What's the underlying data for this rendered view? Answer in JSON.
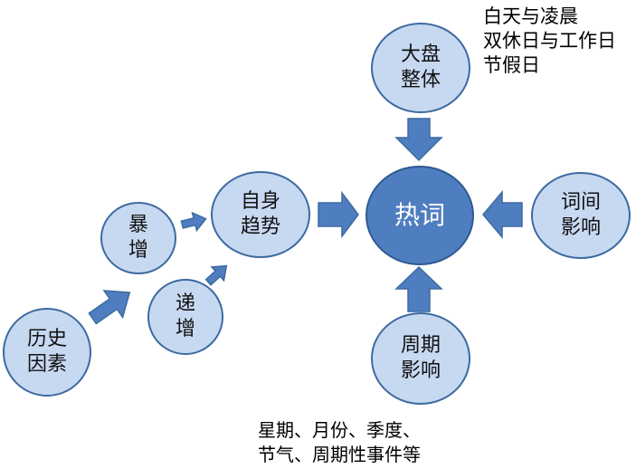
{
  "nodes": {
    "history": {
      "line1": "历史",
      "line2": "因素"
    },
    "surge": {
      "line1": "暴",
      "line2": "增"
    },
    "increase": {
      "line1": "递",
      "line2": "增"
    },
    "self_trend": {
      "line1": "自身",
      "line2": "趋势"
    },
    "hot_word": {
      "label": "热词"
    },
    "market": {
      "line1": "大盘",
      "line2": "整体"
    },
    "word_relation": {
      "line1": "词间",
      "line2": "影响"
    },
    "period": {
      "line1": "周期",
      "line2": "影响"
    }
  },
  "notes": {
    "market": [
      "白天与凌晨",
      "双休日与工作日",
      "节假日"
    ],
    "period": [
      "星期、月份、季度、",
      "节气、周期性事件等"
    ]
  },
  "colors": {
    "node_fill": "#c7d9f1",
    "center_fill": "#4f7ec0",
    "arrow": "#4f7ec0"
  }
}
